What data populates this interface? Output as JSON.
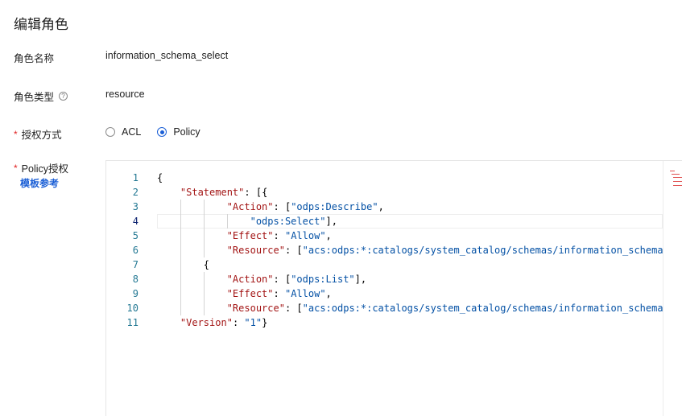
{
  "page": {
    "title": "编辑角色"
  },
  "fields": {
    "role_name": {
      "label": "角色名称",
      "value": "information_schema_select"
    },
    "role_type": {
      "label": "角色类型",
      "value": "resource",
      "help_icon": "question-circle-icon"
    },
    "auth_method": {
      "label": "授权方式",
      "required_mark": "*",
      "options": [
        {
          "label": "ACL",
          "checked": false
        },
        {
          "label": "Policy",
          "checked": true
        }
      ]
    },
    "policy": {
      "label": "Policy授权",
      "required_mark": "*",
      "template_link": "模板参考"
    }
  },
  "editor": {
    "line_numbers": [
      "1",
      "2",
      "3",
      "4",
      "5",
      "6",
      "7",
      "8",
      "9",
      "10",
      "11"
    ],
    "active_line": 4,
    "lines": [
      "{",
      "    \"Statement\": [{",
      "            \"Action\": [\"odps:Describe\",",
      "                \"odps:Select\"],",
      "            \"Effect\": \"Allow\",",
      "            \"Resource\": [\"acs:odps:*:catalogs/system_catalog/schemas/information_schema",
      "        {",
      "            \"Action\": [\"odps:List\"],",
      "            \"Effect\": \"Allow\",",
      "            \"Resource\": [\"acs:odps:*:catalogs/system_catalog/schemas/information_schema",
      "    \"Version\": \"1\"}"
    ]
  },
  "colors": {
    "accent": "#1b5fd6",
    "required": "#e02020",
    "json_key": "#a31515",
    "json_string": "#0451a5",
    "line_number": "#237893"
  }
}
